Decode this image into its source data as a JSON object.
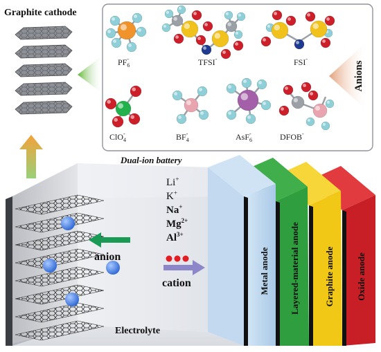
{
  "cathode": {
    "title": "Graphite cathode"
  },
  "anions_panel": {
    "label": "Anions",
    "species": [
      {
        "base": "PF",
        "sub": "6",
        "sup": "-"
      },
      {
        "base": "TFSI",
        "sub": "",
        "sup": "-"
      },
      {
        "base": "FSI",
        "sub": "",
        "sup": "-"
      },
      {
        "base": "ClO",
        "sub": "4",
        "sup": "-"
      },
      {
        "base": "BF",
        "sub": "4",
        "sup": "-"
      },
      {
        "base": "AsF",
        "sub": "6",
        "sup": "-"
      },
      {
        "base": "DFOB",
        "sub": "",
        "sup": "-"
      }
    ]
  },
  "battery": {
    "title": "Dual-ion battery",
    "anion_label": "anion",
    "cation_label": "cation",
    "electrolyte_label": "Electrolyte",
    "cations": [
      {
        "base": "Li",
        "sup": "+"
      },
      {
        "base": "K",
        "sup": "+"
      },
      {
        "base": "Na",
        "sup": "+"
      },
      {
        "base": "Mg",
        "sup": "2+"
      },
      {
        "base": "Al",
        "sup": "3+"
      }
    ]
  },
  "anodes": [
    {
      "label": "Metal anode",
      "color": "#b9d6ee"
    },
    {
      "label": "Layered-material anode",
      "color": "#2f9e3f"
    },
    {
      "label": "Graphite anode",
      "color": "#f4cf1b"
    },
    {
      "label": "Oxide anode",
      "color": "#d2232a"
    }
  ],
  "colors": {
    "anion_arrow": "#1a9a55",
    "cation_arrow": "#8d86c9",
    "cation_dots": "#e01e24",
    "anions_arrow": "#e8b497",
    "cathode_arrow": "#6fbf3a",
    "up_arrow": "#f2a23a"
  }
}
